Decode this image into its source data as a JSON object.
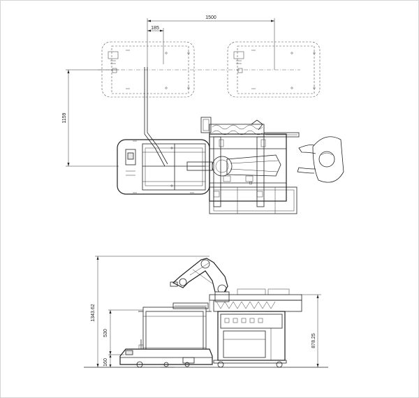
{
  "dimensions": {
    "top_width": "1500",
    "top_offset": "185",
    "top_depth": "1159",
    "side_total_height": "1343.62",
    "side_mid_height": "530",
    "side_base_height": "160",
    "side_table_height": "878.25"
  }
}
